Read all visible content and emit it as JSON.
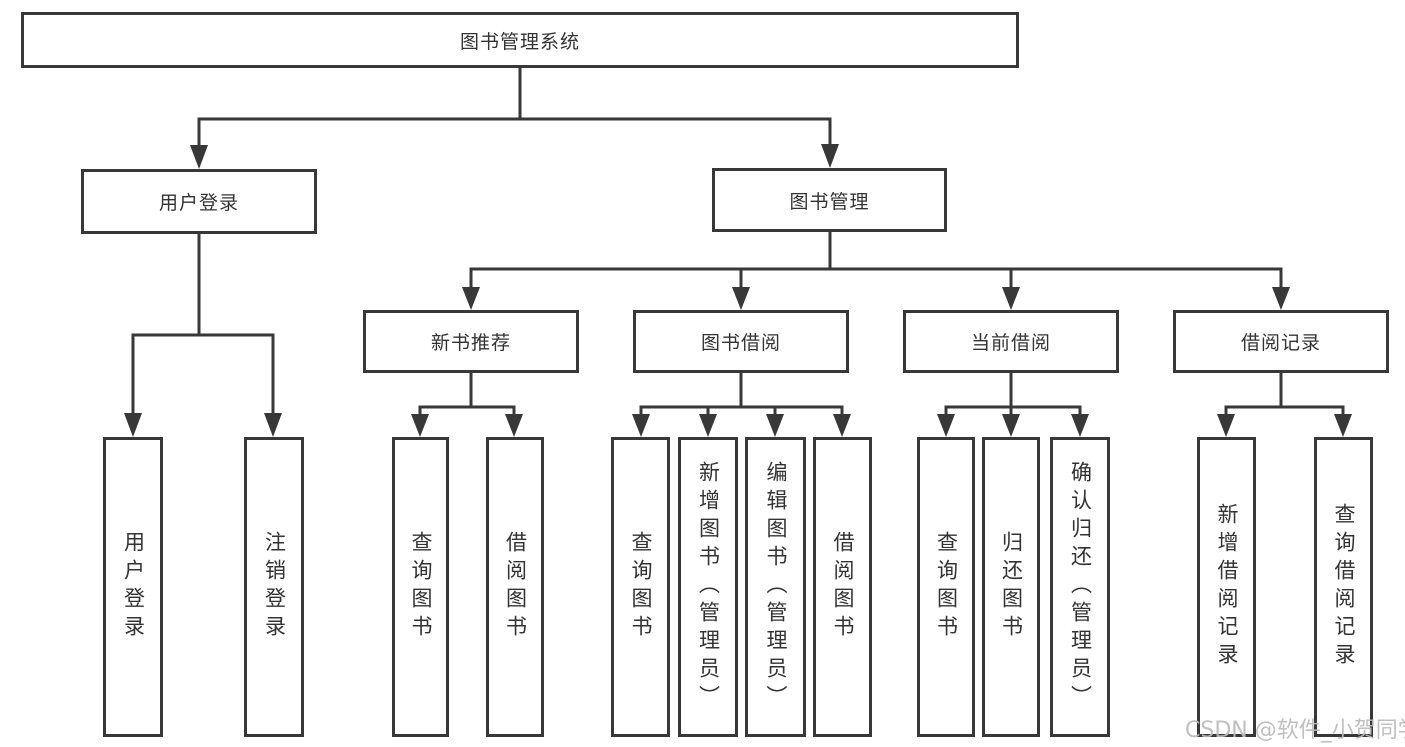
{
  "tree": {
    "root": {
      "label": "图书管理系统"
    },
    "branches": [
      {
        "label": "用户登录",
        "children": [
          {
            "label": "用户登录"
          },
          {
            "label": "注销登录"
          }
        ]
      },
      {
        "label": "图书管理",
        "children": [
          {
            "label": "新书推荐",
            "children": [
              {
                "label": "查询图书"
              },
              {
                "label": "借阅图书"
              }
            ]
          },
          {
            "label": "图书借阅",
            "children": [
              {
                "label": "查询图书"
              },
              {
                "label": "新增图书（管理员）"
              },
              {
                "label": "编辑图书（管理员）"
              },
              {
                "label": "借阅图书"
              }
            ]
          },
          {
            "label": "当前借阅",
            "children": [
              {
                "label": "查询图书"
              },
              {
                "label": "归还图书"
              },
              {
                "label": "确认归还（管理员）"
              }
            ]
          },
          {
            "label": "借阅记录",
            "children": [
              {
                "label": "新增借阅记录"
              },
              {
                "label": "查询借阅记录"
              }
            ]
          }
        ]
      }
    ]
  },
  "watermark": "CSDN @软件_小贺同学",
  "colors": {
    "line": "#383838",
    "text": "#333333",
    "background": "#ffffff",
    "watermark": "#bbbbbb"
  }
}
